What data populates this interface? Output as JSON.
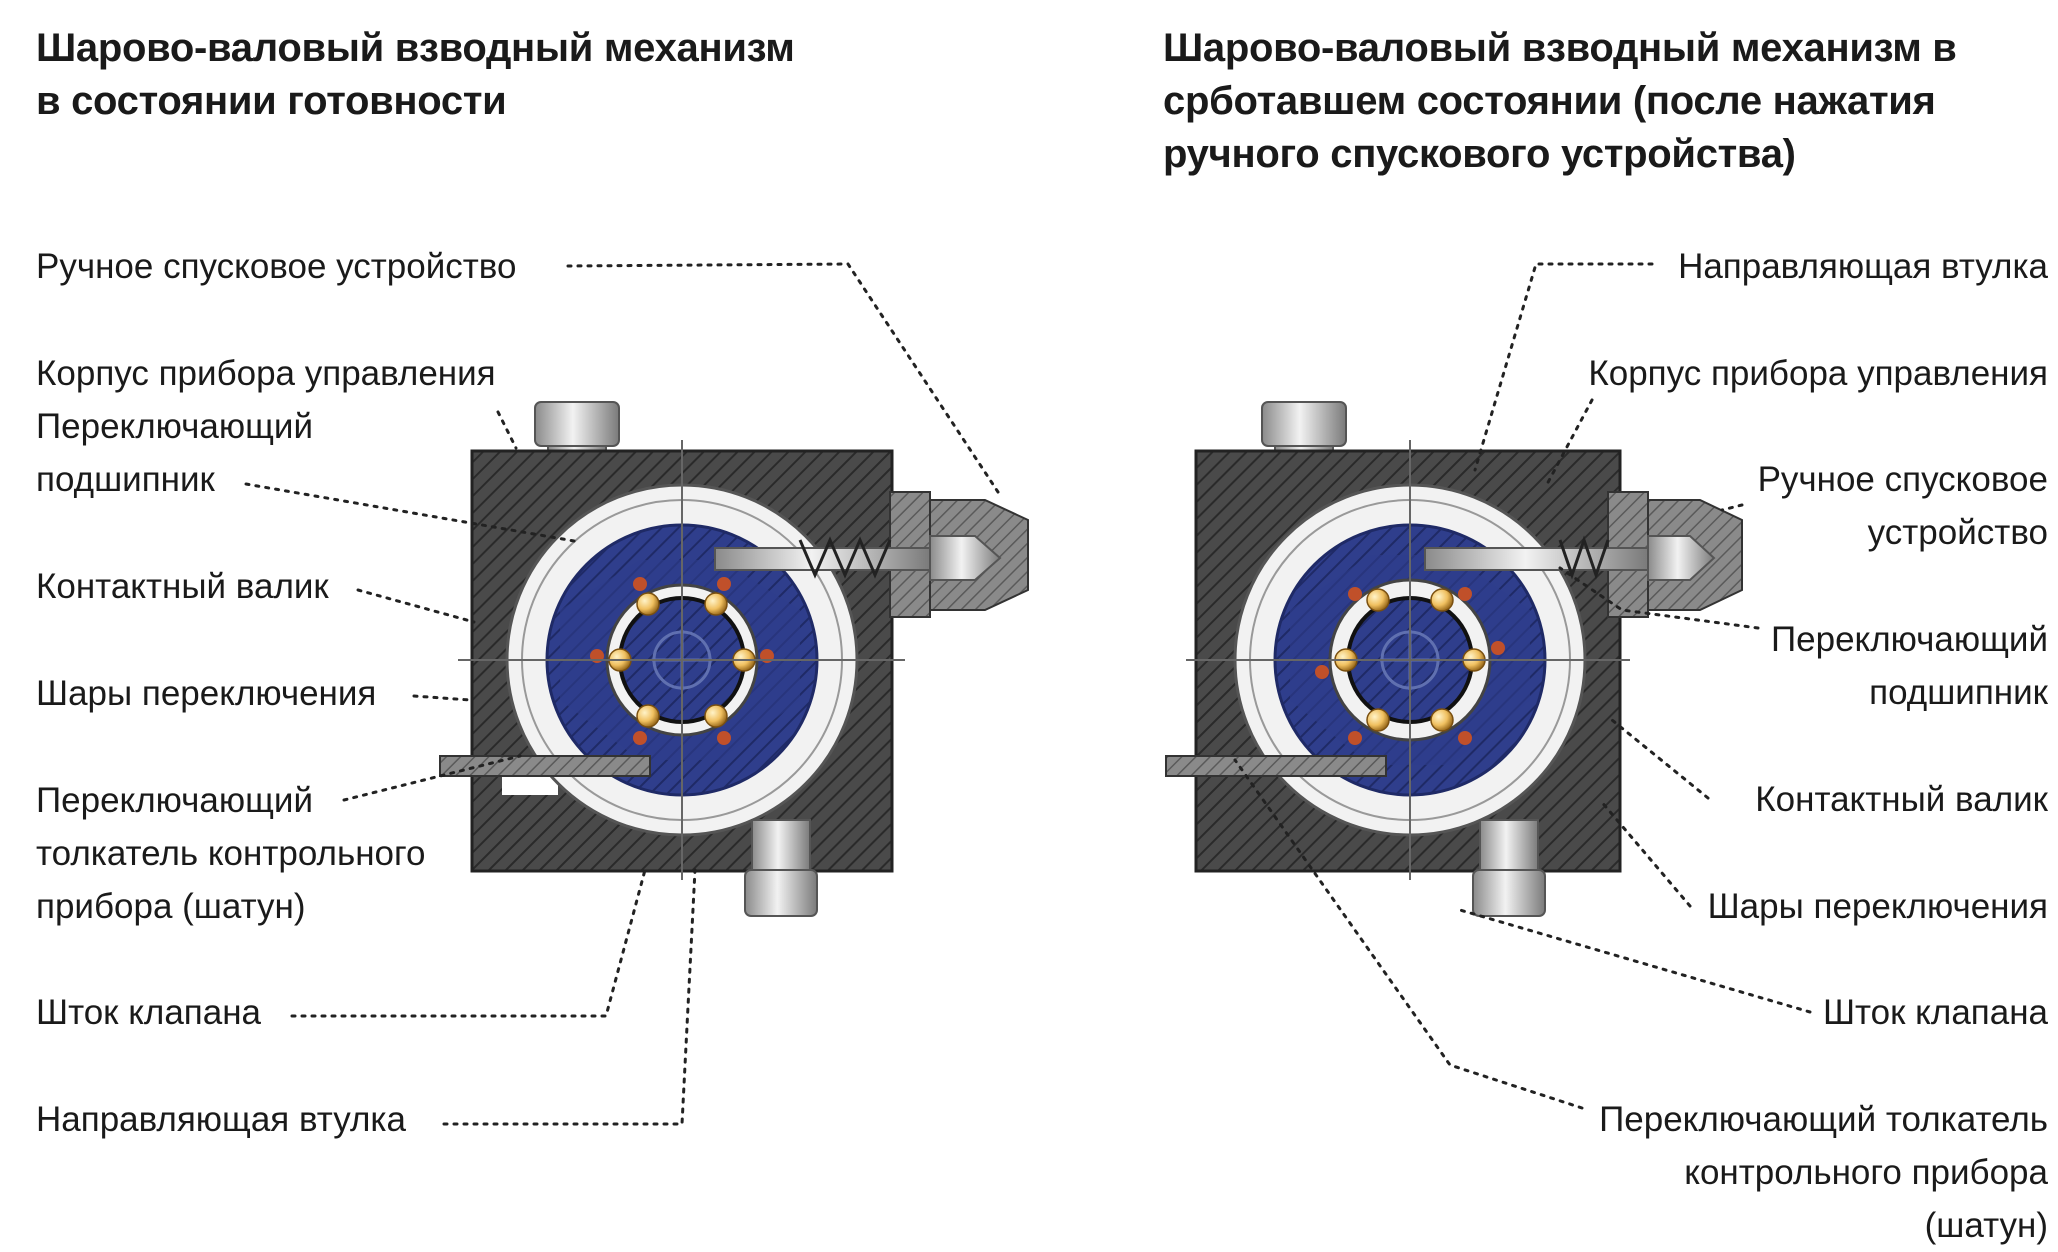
{
  "left_panel": {
    "title": "Шарово-валовый взводный механизм в состоянии готовности",
    "labels": {
      "manual_release": "Ручное спусковое устройство",
      "control_housing": "Корпус прибора управления",
      "switching_bearing_1": "Переключающий",
      "switching_bearing_2": "подшипник",
      "contact_roller": "Контактный валик",
      "switching_balls": "Шары переключения",
      "pusher_1": "Переключающий",
      "pusher_2": "толкатель контрольного",
      "pusher_3": "прибора (шатун)",
      "valve_stem": "Шток клапана",
      "guide_bushing": "Направляющая втулка"
    }
  },
  "right_panel": {
    "title": "Шарово-валовый взводный механизм в срботавшем состоянии (после нажатия ручного спускового устройства)",
    "labels": {
      "guide_bushing": "Направляющая втулка",
      "control_housing": "Корпус прибора управления",
      "manual_release_1": "Ручное спусковое",
      "manual_release_2": "устройство",
      "switching_bearing_1": "Переключающий",
      "switching_bearing_2": "подшипник",
      "contact_roller": "Контактный валик",
      "switching_balls": "Шары переключения",
      "valve_stem": "Шток клапана",
      "pusher_1": "Переключающий толкатель",
      "pusher_2": "контрольного прибора",
      "pusher_3": "(шатун)"
    }
  },
  "colors": {
    "housing": "#4a4a4a",
    "housing_hatch": "#2a2a2a",
    "bearing_ring": "#f2f2f2",
    "contact_blue": "#2f3e8c",
    "contact_blue_dark": "#1f2a66",
    "ball_gold": "#f0c060",
    "ball_red": "#c0502a",
    "leader_line": "#222222"
  }
}
